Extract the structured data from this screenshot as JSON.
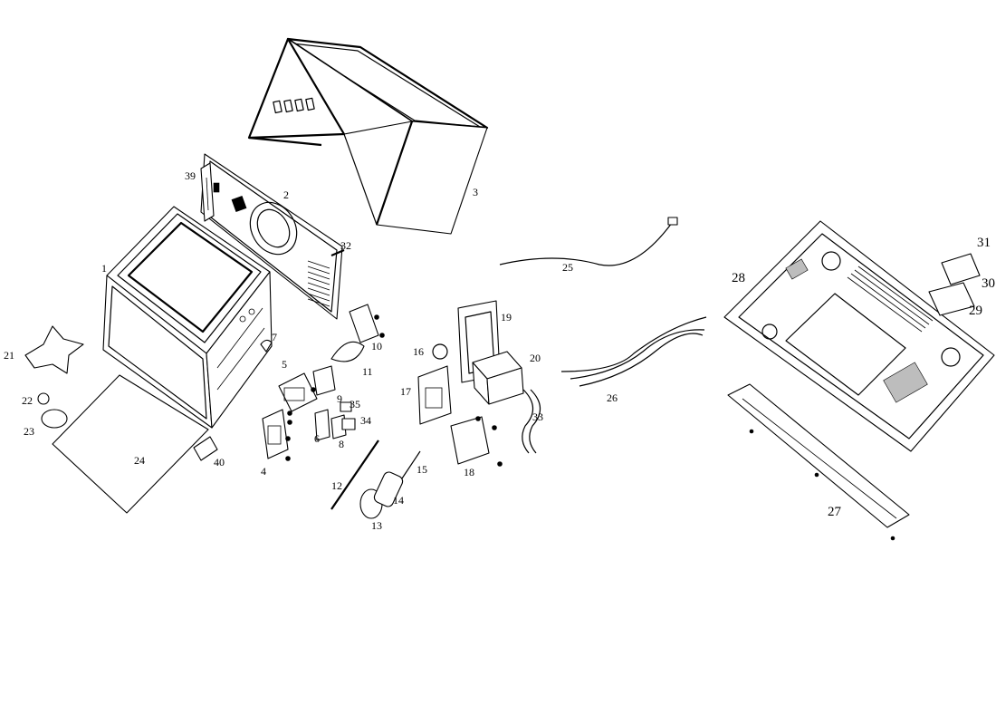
{
  "callouts": [
    {
      "id": "1",
      "label": "1"
    },
    {
      "id": "2",
      "label": "2"
    },
    {
      "id": "3",
      "label": "3"
    },
    {
      "id": "4",
      "label": "4"
    },
    {
      "id": "5",
      "label": "5"
    },
    {
      "id": "6",
      "label": "6"
    },
    {
      "id": "7",
      "label": "7"
    },
    {
      "id": "8",
      "label": "8"
    },
    {
      "id": "9",
      "label": "9"
    },
    {
      "id": "10",
      "label": "10"
    },
    {
      "id": "11",
      "label": "11"
    },
    {
      "id": "12",
      "label": "12"
    },
    {
      "id": "13",
      "label": "13"
    },
    {
      "id": "14",
      "label": "14"
    },
    {
      "id": "15",
      "label": "15"
    },
    {
      "id": "16",
      "label": "16"
    },
    {
      "id": "17",
      "label": "17"
    },
    {
      "id": "18",
      "label": "18"
    },
    {
      "id": "19",
      "label": "19"
    },
    {
      "id": "20",
      "label": "20"
    },
    {
      "id": "21",
      "label": "21"
    },
    {
      "id": "22",
      "label": "22"
    },
    {
      "id": "23",
      "label": "23"
    },
    {
      "id": "24",
      "label": "24"
    },
    {
      "id": "25",
      "label": "25"
    },
    {
      "id": "26",
      "label": "26"
    },
    {
      "id": "27",
      "label": "27"
    },
    {
      "id": "28",
      "label": "28"
    },
    {
      "id": "29",
      "label": "29"
    },
    {
      "id": "30",
      "label": "30"
    },
    {
      "id": "31",
      "label": "31"
    },
    {
      "id": "32",
      "label": "32"
    },
    {
      "id": "33",
      "label": "33"
    },
    {
      "id": "34",
      "label": "34"
    },
    {
      "id": "35",
      "label": "35"
    },
    {
      "id": "39",
      "label": "39"
    },
    {
      "id": "40",
      "label": "40"
    }
  ]
}
